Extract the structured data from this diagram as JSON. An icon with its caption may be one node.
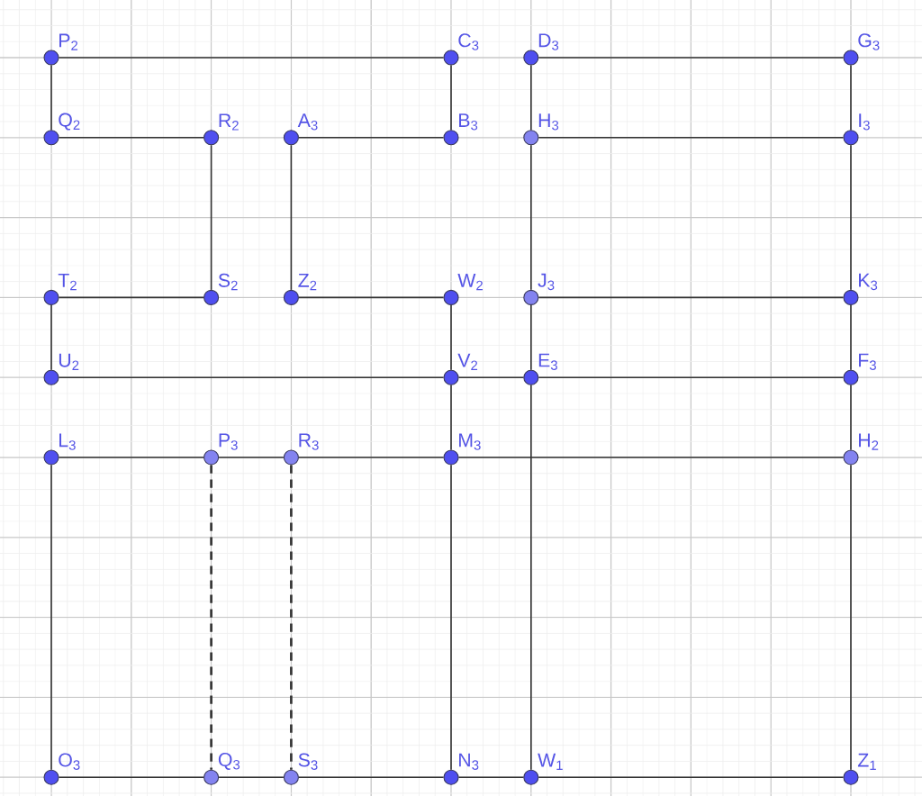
{
  "diagram": {
    "nodes": [
      {
        "text": [
          "P$_{2}$"
        ]
      },
      {
        "text": [
          "C$_{3}$"
        ]
      },
      {
        "text": [
          "D$_{3}$"
        ]
      },
      {
        "text": [
          "G$_{3}$"
        ]
      },
      {
        "text": [
          "Q$_{2}$"
        ]
      },
      {
        "text": [
          "R$_{2}$"
        ]
      },
      {
        "text": [
          "A$_{3}$"
        ]
      },
      {
        "text": [
          "B$_{3}$"
        ]
      },
      {
        "text": [
          "H$_{3}$"
        ]
      },
      {
        "text": [
          "I$_{3}$"
        ]
      },
      {
        "text": [
          "T$_{2}$"
        ]
      },
      {
        "text": [
          "S$_{2}$"
        ]
      },
      {
        "text": [
          "Z$_{2}$"
        ]
      },
      {
        "text": [
          "W$_{2}$"
        ]
      },
      {
        "text": [
          "J$_{3}$"
        ]
      },
      {
        "text": [
          "K$_{3}$"
        ]
      },
      {
        "text": [
          "U$_{2}$"
        ]
      },
      {
        "text": [
          "V$_{2}$"
        ]
      },
      {
        "text": [
          "E$_{3}$"
        ]
      },
      {
        "text": [
          "F$_{3}$"
        ]
      },
      {
        "text": [
          "L$_{3}$"
        ]
      },
      {
        "text": [
          "P$_{3}$"
        ]
      },
      {
        "text": [
          "R$_{3}$"
        ]
      },
      {
        "text": [
          "M$_{3}$"
        ]
      },
      {
        "text": [
          "H$_{2}$"
        ]
      },
      {
        "text": [
          "O$_{3}$"
        ]
      },
      {
        "text": [
          "Q$_{3}$"
        ]
      },
      {
        "text": [
          "S$_{3}$"
        ]
      },
      {
        "text": [
          "N$_{3}$"
        ]
      },
      {
        "text": [
          "W$_{1}$"
        ]
      },
      {
        "text": [
          "Z$_{1}$"
        ]
      }
    ],
    "edges": [
      {
        "from": 0,
        "to": 1,
        "arrow": "none"
      },
      {
        "from": 0,
        "to": 4,
        "arrow": "none"
      },
      {
        "from": 1,
        "to": 7,
        "arrow": "none"
      },
      {
        "from": 2,
        "to": 3,
        "arrow": "none"
      },
      {
        "from": 2,
        "to": 8,
        "arrow": "none"
      },
      {
        "from": 3,
        "to": 9,
        "arrow": "none"
      },
      {
        "from": 4,
        "to": 5,
        "arrow": "none"
      },
      {
        "from": 5,
        "to": 11,
        "arrow": "none"
      },
      {
        "from": 6,
        "to": 7,
        "arrow": "none"
      },
      {
        "from": 6,
        "to": 12,
        "arrow": "none"
      },
      {
        "from": 8,
        "to": 9,
        "arrow": "none"
      },
      {
        "from": 8,
        "to": 14,
        "arrow": "none"
      },
      {
        "from": 9,
        "to": 15,
        "arrow": "none"
      },
      {
        "from": 10,
        "to": 11,
        "arrow": "none"
      },
      {
        "from": 12,
        "to": 13,
        "arrow": "none"
      },
      {
        "from": 14,
        "to": 15,
        "arrow": "none"
      },
      {
        "from": 10,
        "to": 16,
        "arrow": "none"
      },
      {
        "from": 13,
        "to": 17,
        "arrow": "none"
      },
      {
        "from": 14,
        "to": 18,
        "arrow": "none"
      },
      {
        "from": 15,
        "to": 19,
        "arrow": "none"
      },
      {
        "from": 16,
        "to": 17,
        "arrow": "none"
      },
      {
        "from": 17,
        "to": 18,
        "arrow": "none"
      },
      {
        "from": 18,
        "to": 19,
        "arrow": "none"
      },
      {
        "from": 17,
        "to": 23,
        "arrow": "none"
      },
      {
        "from": 18,
        "to": 29,
        "arrow": "none"
      },
      {
        "from": 19,
        "to": 24,
        "arrow": "none"
      },
      {
        "from": 20,
        "to": 21,
        "arrow": "none"
      },
      {
        "from": 21,
        "to": 22,
        "arrow": "none"
      },
      {
        "from": 22,
        "to": 23,
        "arrow": "none"
      },
      {
        "from": 23,
        "to": 24,
        "arrow": "none"
      },
      {
        "from": 20,
        "to": 25,
        "arrow": "none"
      },
      {
        "from": 21,
        "to": 26,
        "arrow": "none",
        "style": "dashed"
      },
      {
        "from": 22,
        "to": 27,
        "arrow": "none",
        "style": "dashed"
      },
      {
        "from": 23,
        "to": 28,
        "arrow": "none"
      },
      {
        "from": 24,
        "to": 30,
        "arrow": "none"
      },
      {
        "from": 25,
        "to": 26,
        "arrow": "none"
      },
      {
        "from": 26,
        "to": 27,
        "arrow": "none"
      },
      {
        "from": 27,
        "to": 28,
        "arrow": "none"
      },
      {
        "from": 28,
        "to": 29,
        "arrow": "none"
      },
      {
        "from": 29,
        "to": 30,
        "arrow": "none"
      }
    ]
  }
}
